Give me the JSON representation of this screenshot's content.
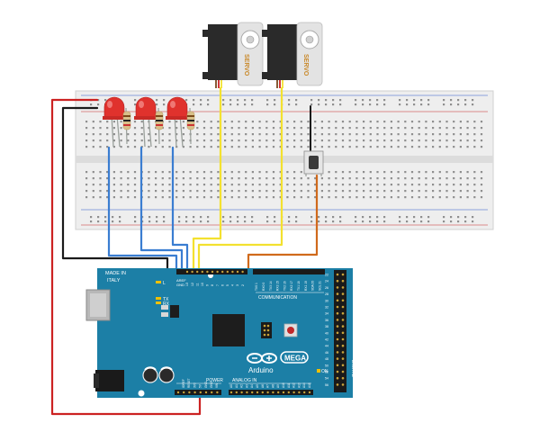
{
  "board": {
    "made_in_line1": "MADE IN",
    "made_in_line2": "ITALY",
    "brand": "Arduino",
    "model": "MEGA",
    "section_communication": "COMMUNICATION",
    "section_power": "POWER",
    "section_analog": "ANALOG IN",
    "section_digital": "DIGITAL",
    "led_tx": "TX",
    "led_rx": "RX",
    "led_l": "L",
    "led_on": "ON",
    "pin_aref": "AREF",
    "pin_gnd": "GND",
    "pwm_pins": [
      "13",
      "12",
      "11",
      "10",
      "9",
      "8",
      "7",
      "6",
      "5",
      "4",
      "3",
      "2"
    ],
    "comm_pins": [
      "TX0 1",
      "RX0 0",
      "TX3 14",
      "RX3 15",
      "TX2 16",
      "RX2 17",
      "TX1 18",
      "RX1 19",
      "SDA 20",
      "SCL 21"
    ],
    "power_pins": [
      "IOREF",
      "RESET",
      "3V3",
      "5V",
      "GND",
      "GND",
      "VIN"
    ],
    "analog_pins": [
      "A0",
      "A1",
      "A2",
      "A3",
      "A4",
      "A5",
      "A6",
      "A7",
      "A8",
      "A9",
      "A10",
      "A11",
      "A12",
      "A13",
      "A14",
      "A15"
    ]
  },
  "servos": [
    {
      "label": "SERVO"
    },
    {
      "label": "SERVO"
    }
  ],
  "colors": {
    "board": "#1c7fa6",
    "wire_red": "#cc2222",
    "wire_black": "#1a1a1a",
    "wire_blue": "#3a7dd1",
    "wire_yellow": "#f3e12f",
    "wire_orange": "#d06a1c",
    "led": "#e0322d",
    "breadboard": "#ececec"
  }
}
